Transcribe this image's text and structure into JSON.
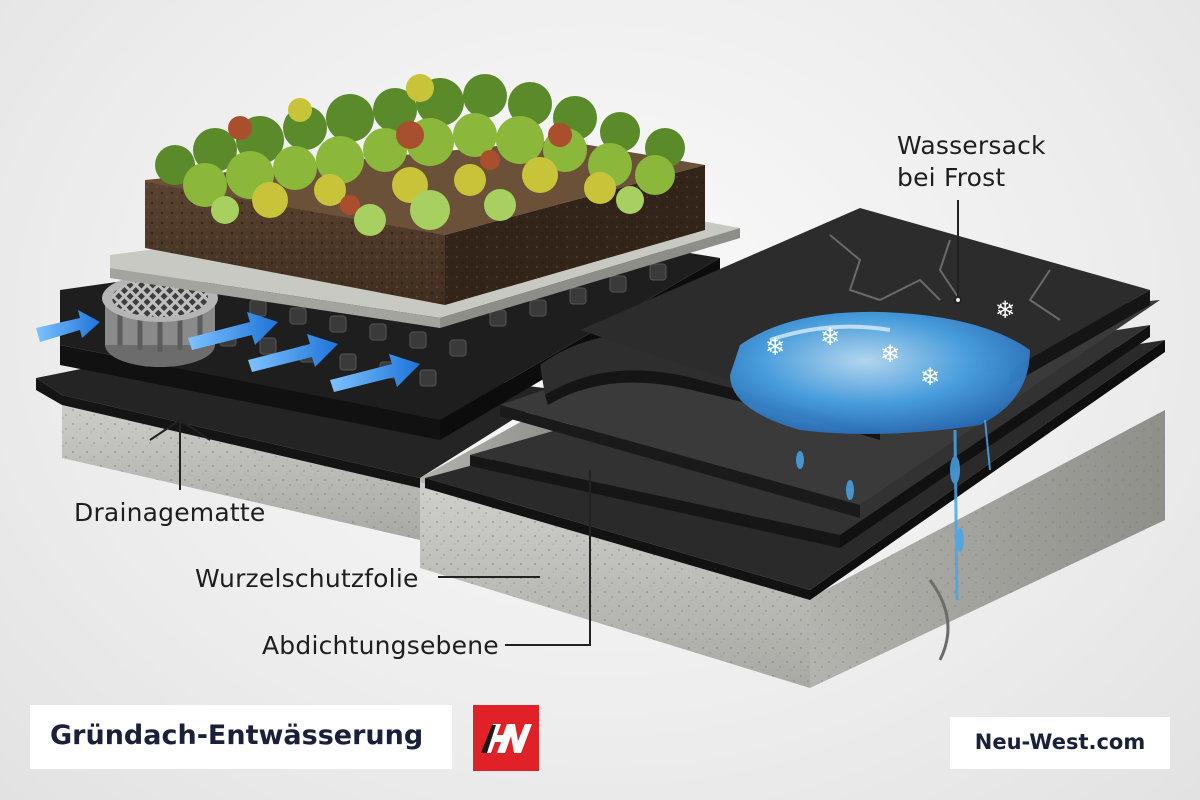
{
  "labels": {
    "frost": "Wassersack\nbei Frost",
    "drainage": "Drainagematte",
    "root_barrier": "Wurzelschutzfolie",
    "waterproofing": "Abdichtungsebene"
  },
  "footer": {
    "title": "Gründach-Entwässerung",
    "site": "Neu-West.com",
    "logo_icon": "aw-logo-icon"
  },
  "colors": {
    "brand_red": "#e02127",
    "text_dark": "#1a1f3a",
    "flow_arrow": "#2f8be6",
    "water": "#4aa6ea"
  }
}
